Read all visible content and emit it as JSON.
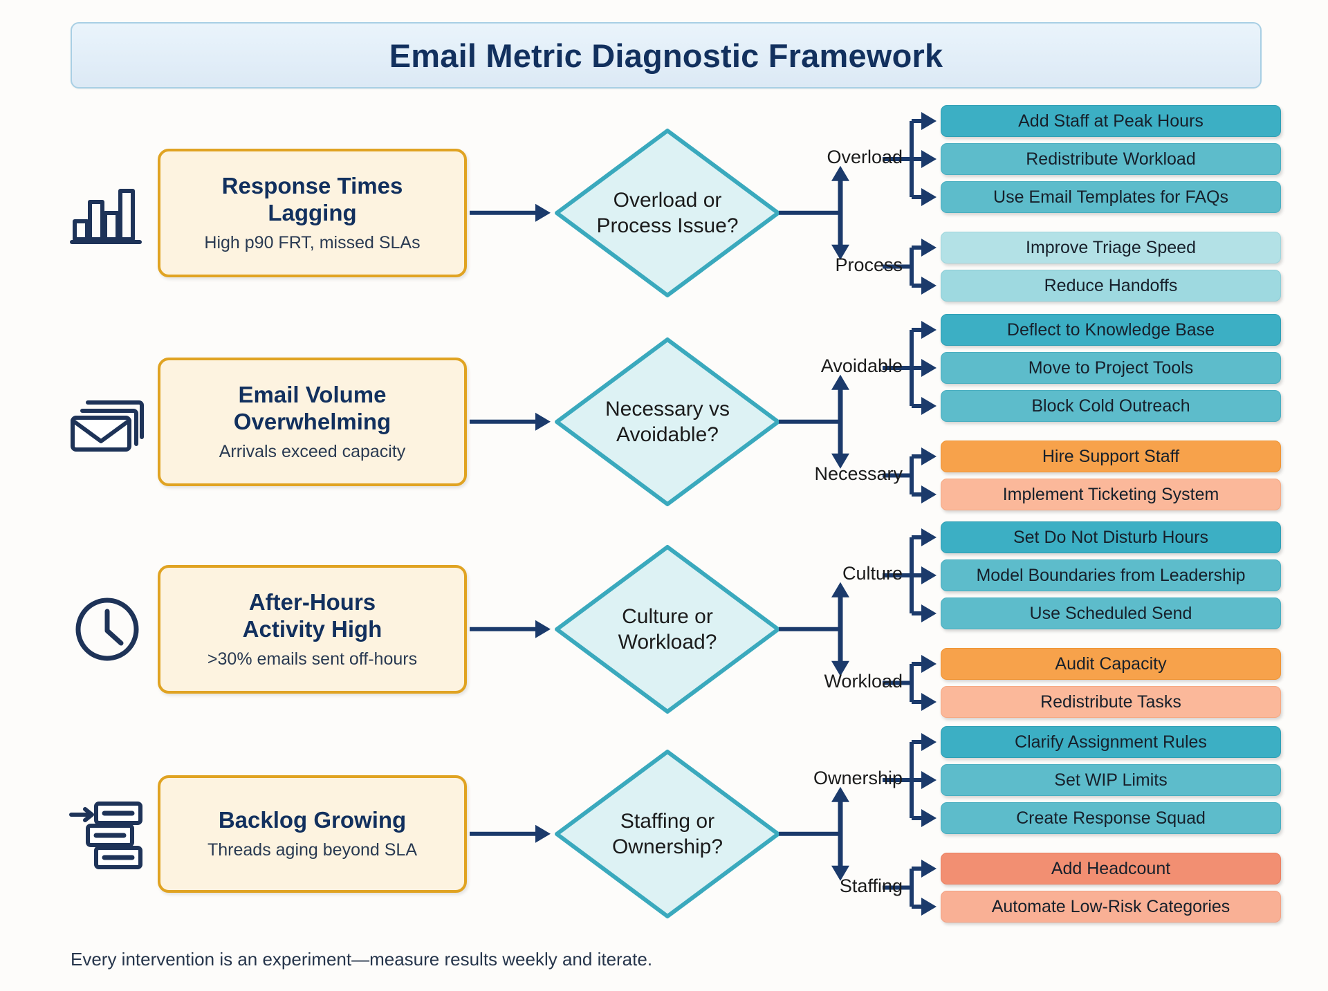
{
  "header": {
    "title": "Email Metric Diagnostic Framework"
  },
  "footer": {
    "note": "Every intervention is an experiment—measure results weekly and iterate."
  },
  "colors": {
    "title_text": "#12305e",
    "title_bg": "#e6f0f9",
    "title_border": "#a8cfe4",
    "problem_bg": "#fdf3e0",
    "problem_border": "#e0a322",
    "diamond_fill": "#ddf2f4",
    "diamond_stroke": "#3aa9bd",
    "connector": "#1b3a6b",
    "action_teal_dark": "#3cafc4",
    "action_teal_mid": "#5dbccb",
    "action_teal_light": "#9ed9e0",
    "action_orange": "#f7a24b",
    "action_orange_light": "#fbb89a",
    "action_salmon": "#f28f72",
    "page_bg": "#fdfcfa"
  },
  "rows": [
    {
      "icon": "bar-chart-icon",
      "problem": {
        "title_line1": "Response Times",
        "title_line2": "Lagging",
        "subtitle": "High p90 FRT, missed SLAs"
      },
      "decision": {
        "line1": "Overload or",
        "line2": "Process Issue?"
      },
      "branches": [
        {
          "label": "Overload",
          "actions": [
            {
              "text": "Add Staff at Peak Hours",
              "style": "ab-teal-dark"
            },
            {
              "text": "Redistribute Workload",
              "style": "ab-teal-mid"
            },
            {
              "text": "Use Email Templates for FAQs",
              "style": "ab-teal-mid"
            }
          ]
        },
        {
          "label": "Process",
          "actions": [
            {
              "text": "Improve Triage Speed",
              "style": "ab-teal-pale"
            },
            {
              "text": "Reduce Handoffs",
              "style": "ab-teal-light"
            }
          ]
        }
      ]
    },
    {
      "icon": "stacked-envelopes-icon",
      "problem": {
        "title_line1": "Email Volume",
        "title_line2": "Overwhelming",
        "subtitle": "Arrivals exceed capacity"
      },
      "decision": {
        "line1": "Necessary vs",
        "line2": "Avoidable?"
      },
      "branches": [
        {
          "label": "Avoidable",
          "actions": [
            {
              "text": "Deflect to Knowledge Base",
              "style": "ab-teal-dark"
            },
            {
              "text": "Move to Project Tools",
              "style": "ab-teal-mid"
            },
            {
              "text": "Block Cold Outreach",
              "style": "ab-teal-mid"
            }
          ]
        },
        {
          "label": "Necessary",
          "actions": [
            {
              "text": "Hire Support Staff",
              "style": "ab-orange"
            },
            {
              "text": "Implement Ticketing System",
              "style": "ab-orange-light"
            }
          ]
        }
      ]
    },
    {
      "icon": "clock-icon",
      "problem": {
        "title_line1": "After-Hours",
        "title_line2": "Activity High",
        "subtitle": ">30% emails sent off-hours"
      },
      "decision": {
        "line1": "Culture or",
        "line2": "Workload?"
      },
      "branches": [
        {
          "label": "Culture",
          "actions": [
            {
              "text": "Set Do Not Disturb Hours",
              "style": "ab-teal-dark"
            },
            {
              "text": "Model Boundaries from Leadership",
              "style": "ab-teal-mid"
            },
            {
              "text": "Use Scheduled Send",
              "style": "ab-teal-mid"
            }
          ]
        },
        {
          "label": "Workload",
          "actions": [
            {
              "text": "Audit Capacity",
              "style": "ab-orange"
            },
            {
              "text": "Redistribute Tasks",
              "style": "ab-orange-light"
            }
          ]
        }
      ]
    },
    {
      "icon": "backlog-stack-icon",
      "problem": {
        "title_line1": "Backlog Growing",
        "title_line2": "",
        "subtitle": "Threads aging beyond SLA"
      },
      "decision": {
        "line1": "Staffing or",
        "line2": "Ownership?"
      },
      "branches": [
        {
          "label": "Ownership",
          "actions": [
            {
              "text": "Clarify Assignment Rules",
              "style": "ab-teal-dark"
            },
            {
              "text": "Set WIP Limits",
              "style": "ab-teal-mid"
            },
            {
              "text": "Create Response Squad",
              "style": "ab-teal-mid"
            }
          ]
        },
        {
          "label": "Staffing",
          "actions": [
            {
              "text": "Add Headcount",
              "style": "ab-salmon"
            },
            {
              "text": "Automate Low-Risk Categories",
              "style": "ab-salmon-light"
            }
          ]
        }
      ]
    }
  ]
}
